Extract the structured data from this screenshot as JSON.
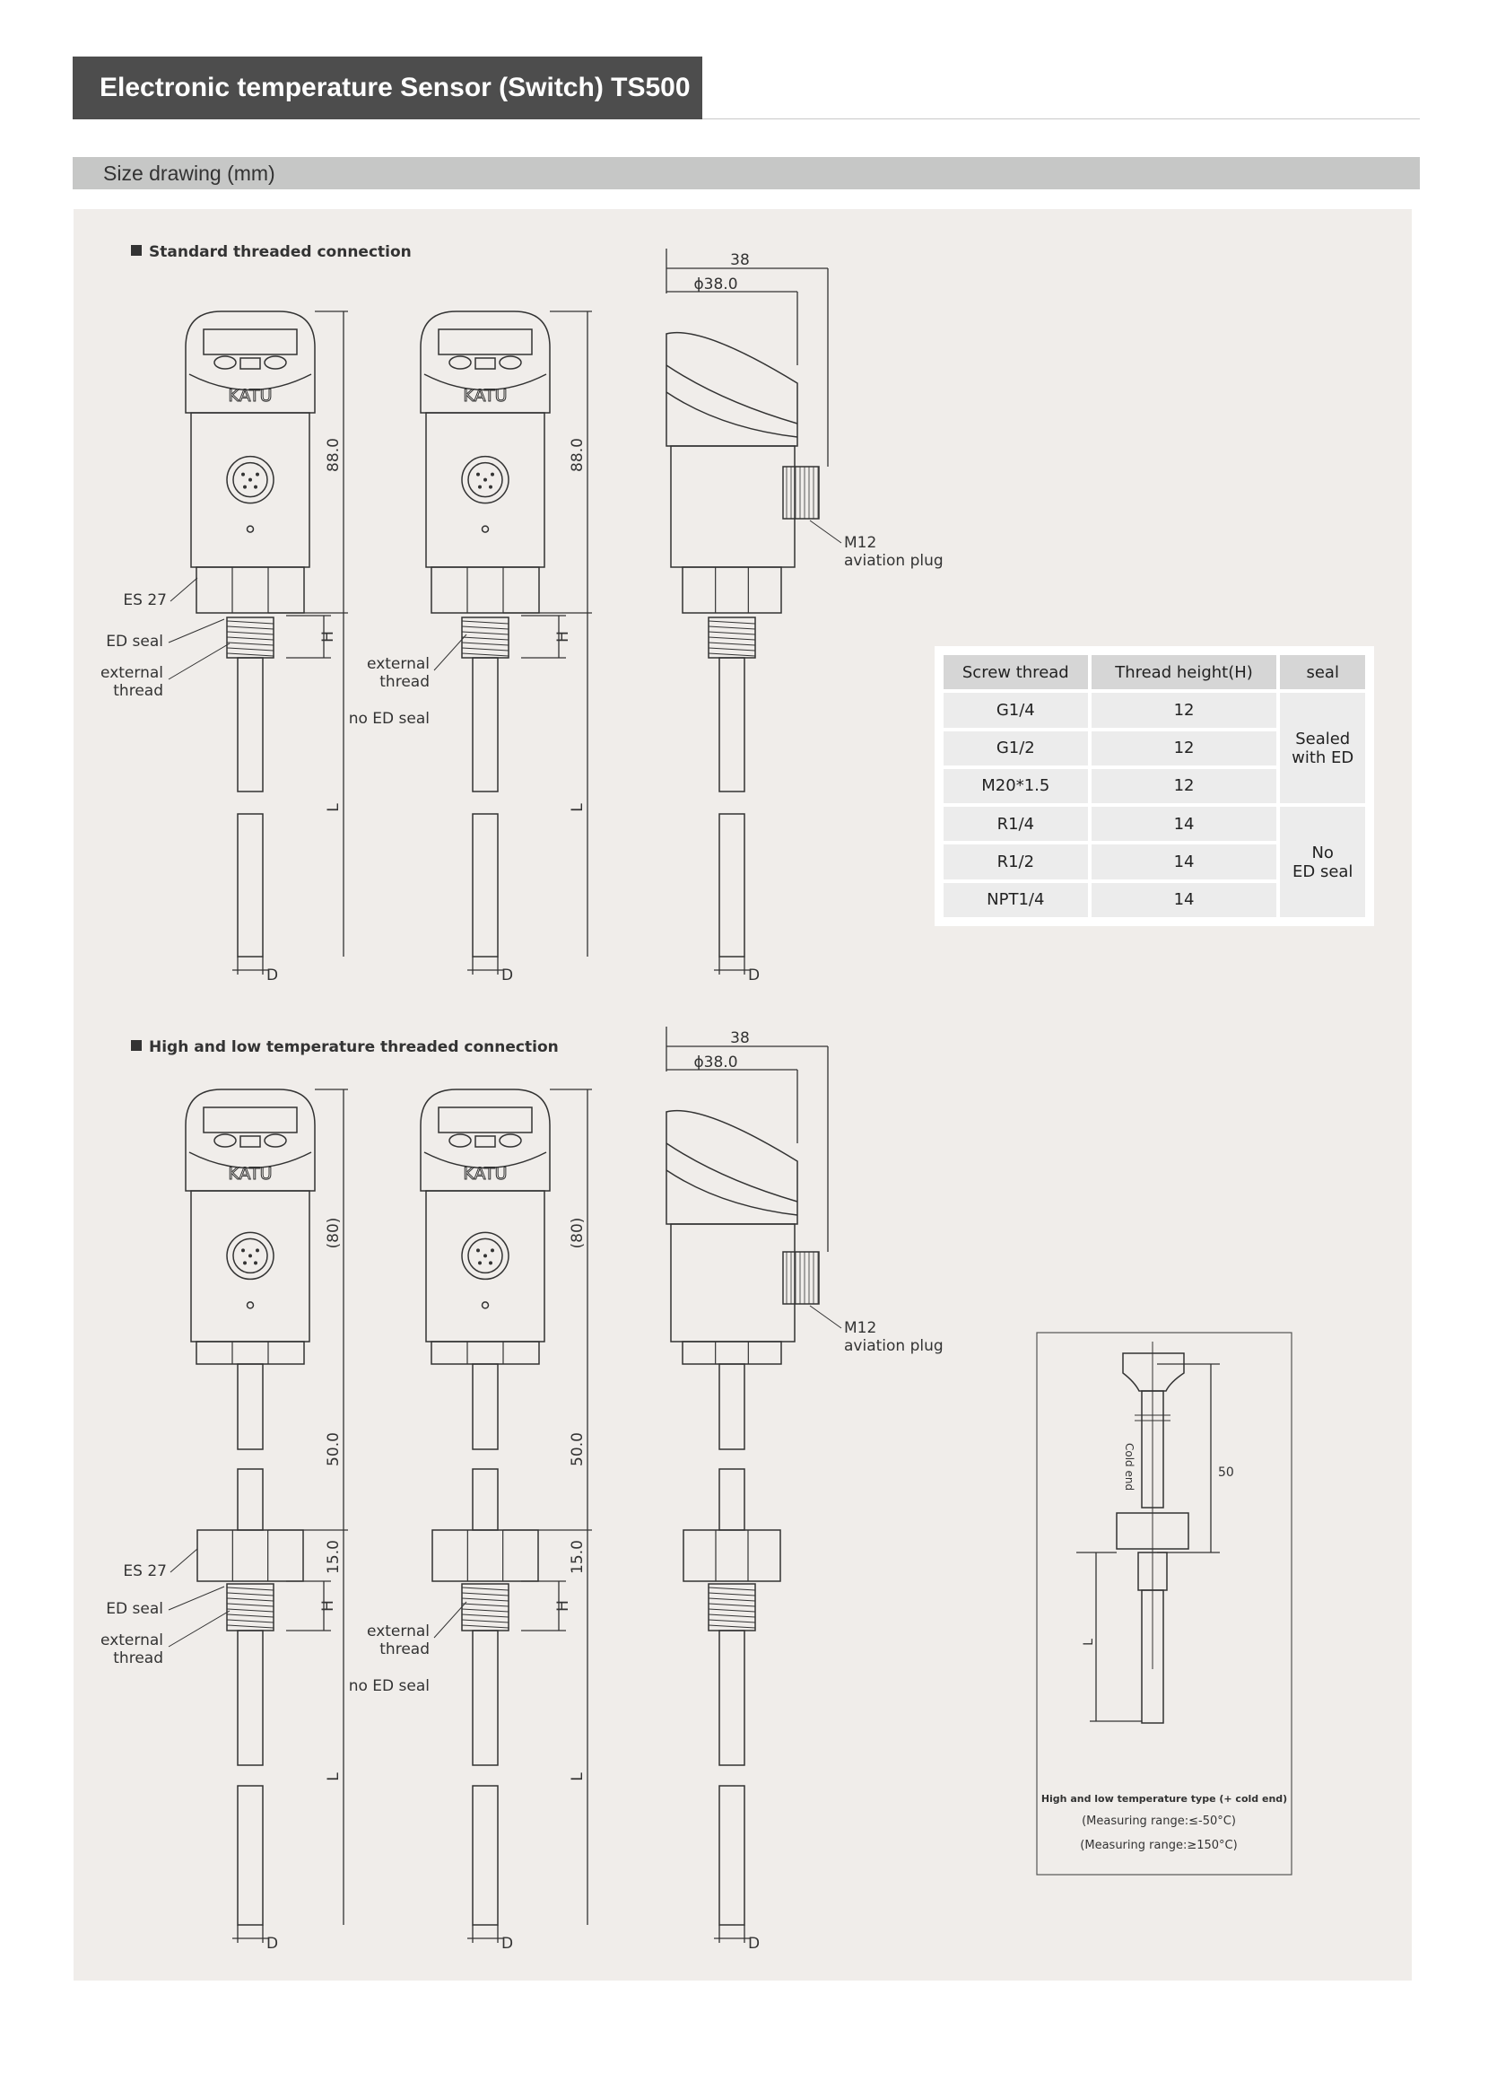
{
  "header": {
    "title": "Electronic temperature Sensor (Switch) TS500"
  },
  "section": {
    "title": "Size drawing (mm)"
  },
  "standard": {
    "label": "Standard threaded connection",
    "dim_height": "88.0",
    "dim_width": "38",
    "dim_diameter": "ϕ38.0",
    "es": "ES 27",
    "ed_seal": "ED seal",
    "external_thread": "external\nthread",
    "ext_line1": "external",
    "ext_line2": "thread",
    "no_ed_seal": "no ED seal",
    "h": "H",
    "l": "L",
    "d": "D",
    "m12": "M12",
    "aviation_plug": "aviation plug"
  },
  "hightemp": {
    "label": "High and low temperature threaded connection",
    "dim_head": "(80)",
    "dim_neck": "50.0",
    "dim_nut": "15.0",
    "dim_width": "38",
    "dim_diameter": "ϕ38.0",
    "es": "ES 27",
    "ed_seal": "ED seal",
    "ext_line1": "external",
    "ext_line2": "thread",
    "no_ed_seal": "no ED seal",
    "h": "H",
    "l": "L",
    "d": "D",
    "m12": "M12",
    "aviation_plug": "aviation plug"
  },
  "logo": "KATU",
  "table": {
    "headers": [
      "Screw thread",
      "Thread height(H)",
      "seal"
    ],
    "rows": [
      [
        "G1/4",
        "12"
      ],
      [
        "G1/2",
        "12"
      ],
      [
        "M20*1.5",
        "12"
      ],
      [
        "R1/4",
        "14"
      ],
      [
        "R1/2",
        "14"
      ],
      [
        "NPT1/4",
        "14"
      ]
    ],
    "seal_groups": [
      {
        "line1": "Sealed",
        "line2": "with ED"
      },
      {
        "line1": "No",
        "line2": "ED seal"
      }
    ]
  },
  "inset": {
    "cold_end": "Cold end",
    "dim_50": "50",
    "l": "L",
    "caption": "High and low temperature type (+ cold end)",
    "range_low": "(Measuring range:≤-50°C)",
    "range_high": "(Measuring range:≥150°C)"
  },
  "colors": {
    "title_bg": "#4d4d4d",
    "section_bg": "#c6c7c6",
    "panel_bg": "#f0edea",
    "line": "#333333"
  }
}
